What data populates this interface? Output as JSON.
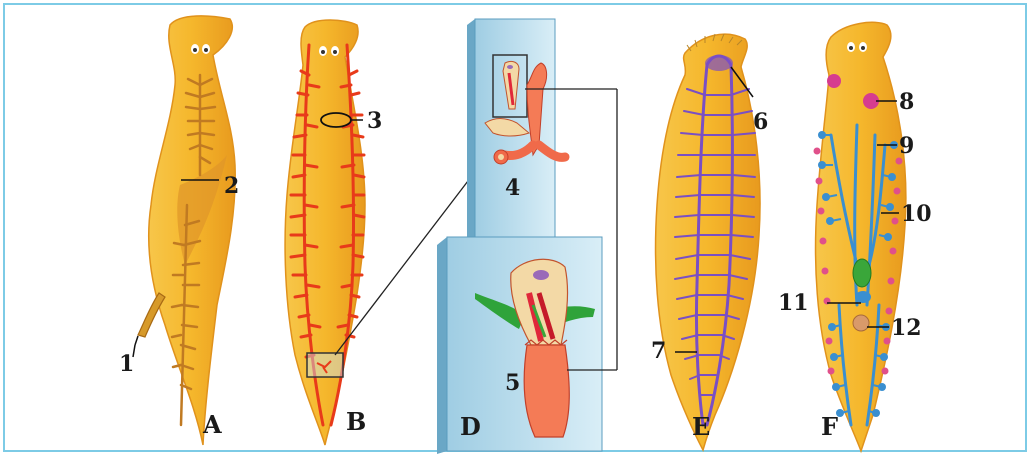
{
  "colors": {
    "body_fill": "#f2b12a",
    "body_edge": "#e0921c",
    "gut": "#d98a2a",
    "excretory": "#e83a1a",
    "nerve": "#7a4fc4",
    "protonephridia": "#3a8fd0",
    "testis": "#e0508a",
    "ovary": "#d63c8f",
    "panel_bg": "#c9e6f2",
    "frame": "#7dcbe6"
  },
  "figures": [
    {
      "letter": "A"
    },
    {
      "letter": "B"
    },
    {
      "letter": "D"
    },
    {
      "letter": "E"
    },
    {
      "letter": "F"
    }
  ],
  "labels": [
    "1",
    "2",
    "3",
    "4",
    "5",
    "6",
    "7",
    "8",
    "9",
    "10",
    "11",
    "12"
  ]
}
